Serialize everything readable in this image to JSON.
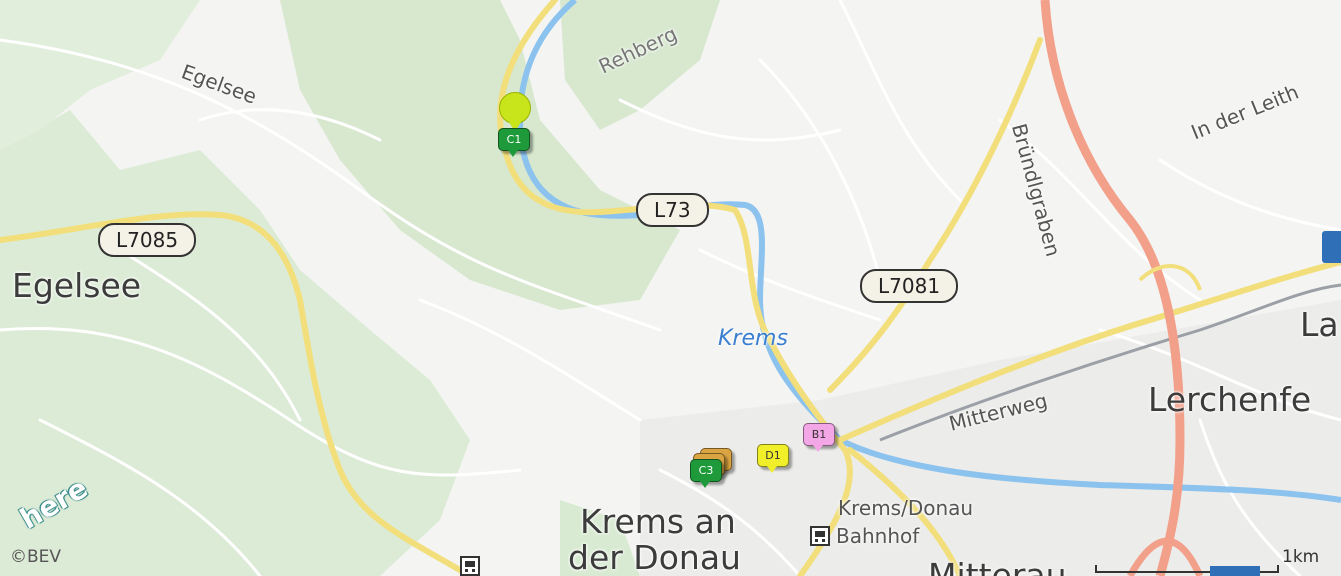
{
  "map": {
    "labels": {
      "egelsee_road": "Egelsee",
      "rehberg": "Rehberg",
      "egelsee_town": "Egelsee",
      "krems_river": "Krems",
      "brundlgraben": "Bründlgraben",
      "in_der_leith": "In der Leith",
      "mitterweg": "Mitterweg",
      "lerchenfeld": "Lerchenfe",
      "la": "La",
      "krems_town_1": "Krems an",
      "krems_town_2": "der Donau",
      "bahnhof_1": "Krems/Donau",
      "bahnhof_2": "Bahnhof",
      "mitterau": "Mitterau"
    },
    "roads": {
      "l73": "L73",
      "l7085": "L7085",
      "l7081": "L7081"
    },
    "markers": {
      "c1": {
        "label": "C1",
        "color": "#1f9a3a"
      },
      "b1": {
        "label": "B1",
        "color": "#f4a7e6"
      },
      "d1": {
        "label": "D1",
        "color": "#f1ef2a"
      },
      "c3": {
        "label": "C3",
        "color": "#1f9a3a"
      },
      "stack_color": "#d9a441",
      "pin_color": "#c8e41a"
    },
    "attribution": {
      "logo": "here",
      "copyright": "©BEV",
      "scale": "1km"
    },
    "colors": {
      "background": "#f4f4f2",
      "forest": "#d9ead3",
      "water": "#8cc2ee",
      "main_road": "#f2df7c",
      "motorway": "#f2a08a"
    }
  }
}
